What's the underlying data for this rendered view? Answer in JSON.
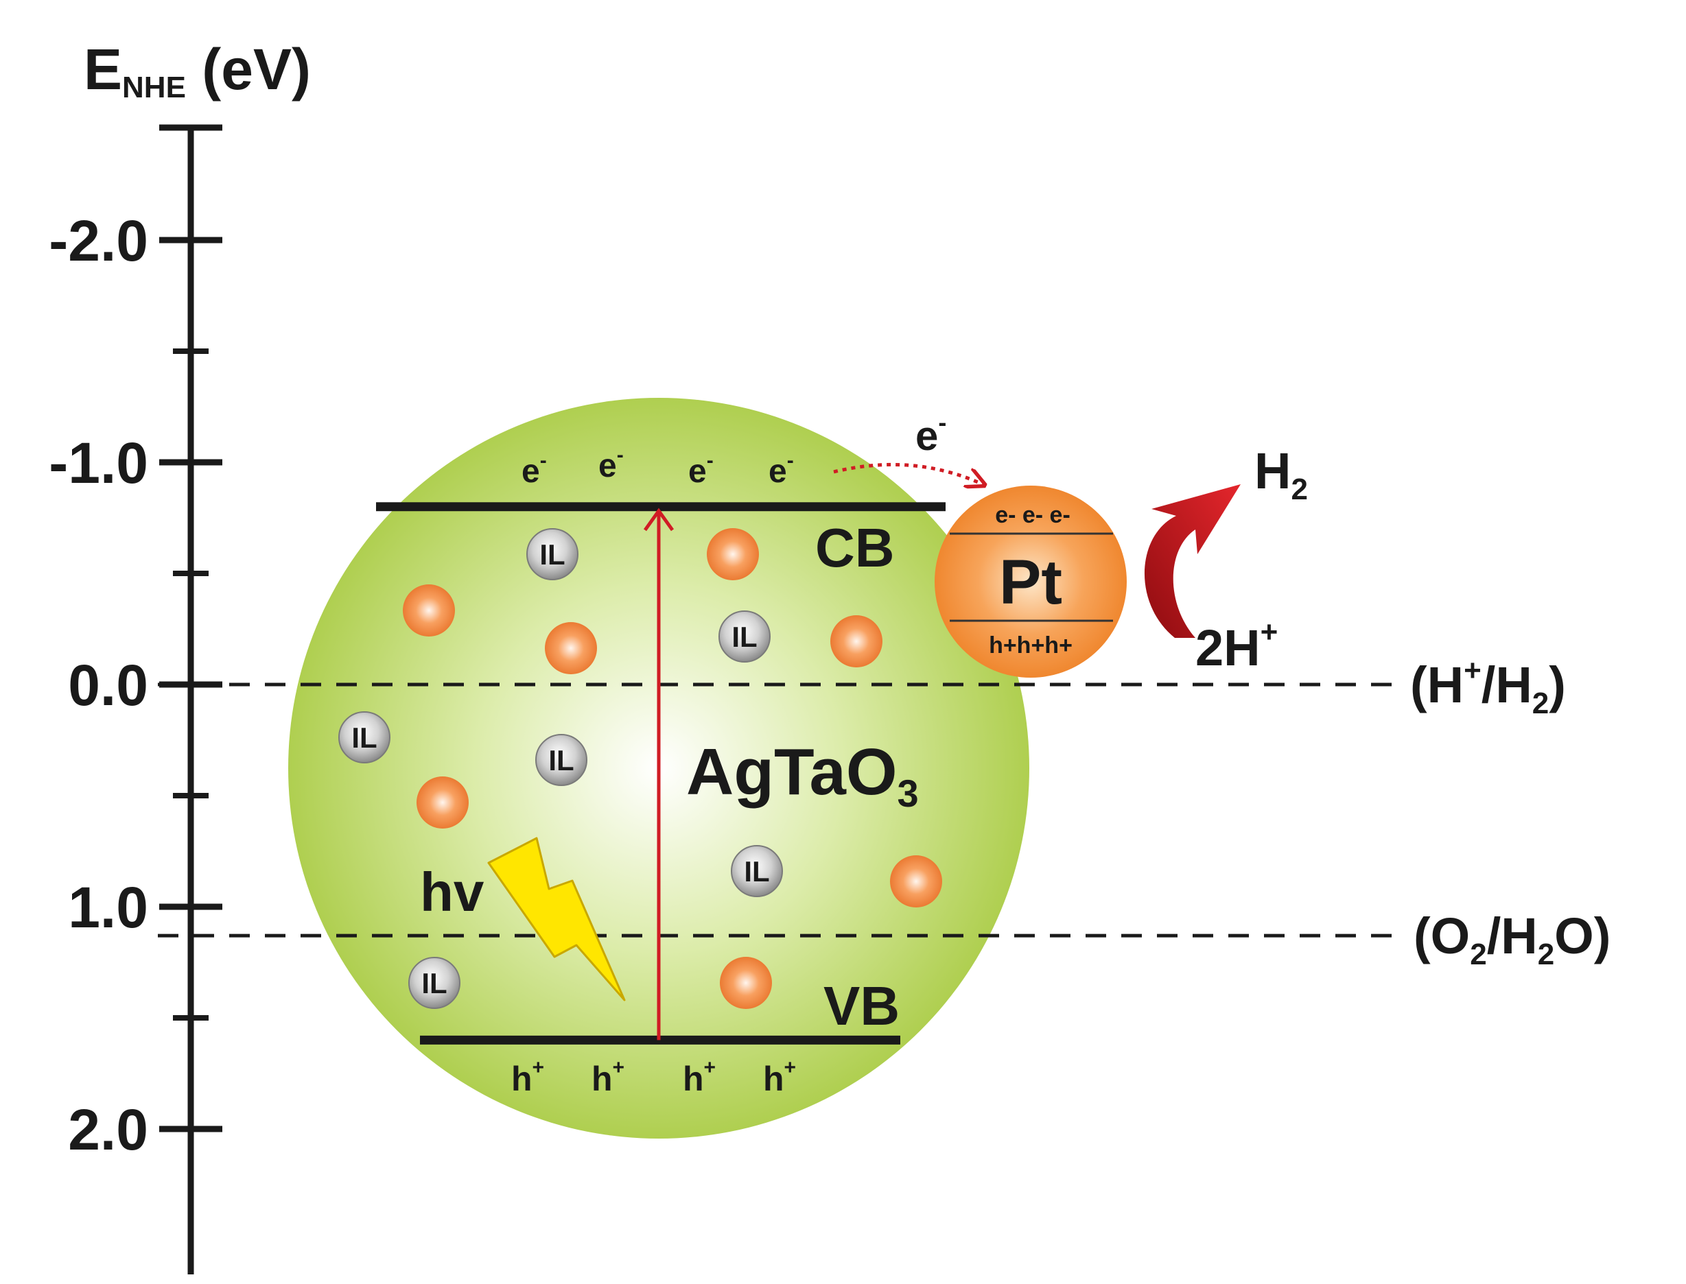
{
  "axis": {
    "title_main": "E",
    "title_sub": "NHE",
    "title_unit": " (eV)",
    "ticks": [
      {
        "value": -2.0,
        "label": "-2.0"
      },
      {
        "value": -1.0,
        "label": "-1.0"
      },
      {
        "value": 0.0,
        "label": "0.0"
      },
      {
        "value": 1.0,
        "label": "1.0"
      },
      {
        "value": 2.0,
        "label": "2.0"
      }
    ],
    "minor_ticks": [
      -1.5,
      -0.5,
      0.5,
      1.5
    ],
    "range": [
      -2.5,
      2.6
    ]
  },
  "levels": {
    "cb": {
      "label": "CB",
      "energy": -0.8
    },
    "vb": {
      "label": "VB",
      "energy": 1.6
    },
    "h_redox": {
      "label_open": "(H",
      "label_sup": "+",
      "label_mid": "/H",
      "label_sub": "2",
      "label_close": ")",
      "energy": 0.0
    },
    "o_redox": {
      "label_open": "(O",
      "label_sub1": "2",
      "label_mid": "/H",
      "label_sub2": "2",
      "label_close": "O)",
      "energy": 1.13
    }
  },
  "particle": {
    "main": "AgTaO",
    "sub": "3",
    "electron": "e",
    "electron_sup": "-",
    "hole": "h",
    "hole_sup": "+",
    "il_label": "IL",
    "hv_label": "hv"
  },
  "pt": {
    "label": "Pt",
    "transfer": "e",
    "transfer_sup": "-",
    "electrons": "e- e- e-",
    "holes": "h+h+h+"
  },
  "reaction": {
    "product": "H",
    "product_sub": "2",
    "reactant": "2H",
    "reactant_sup": "+"
  },
  "colors": {
    "sphere_center": "#ffffff",
    "sphere_edge": "#a8cc40",
    "orange": "#f08030",
    "pt": "#f08a2c",
    "arrow_red": "#d01c24",
    "bolt": "#ffe600",
    "il_gray": "#9a9a9a"
  }
}
